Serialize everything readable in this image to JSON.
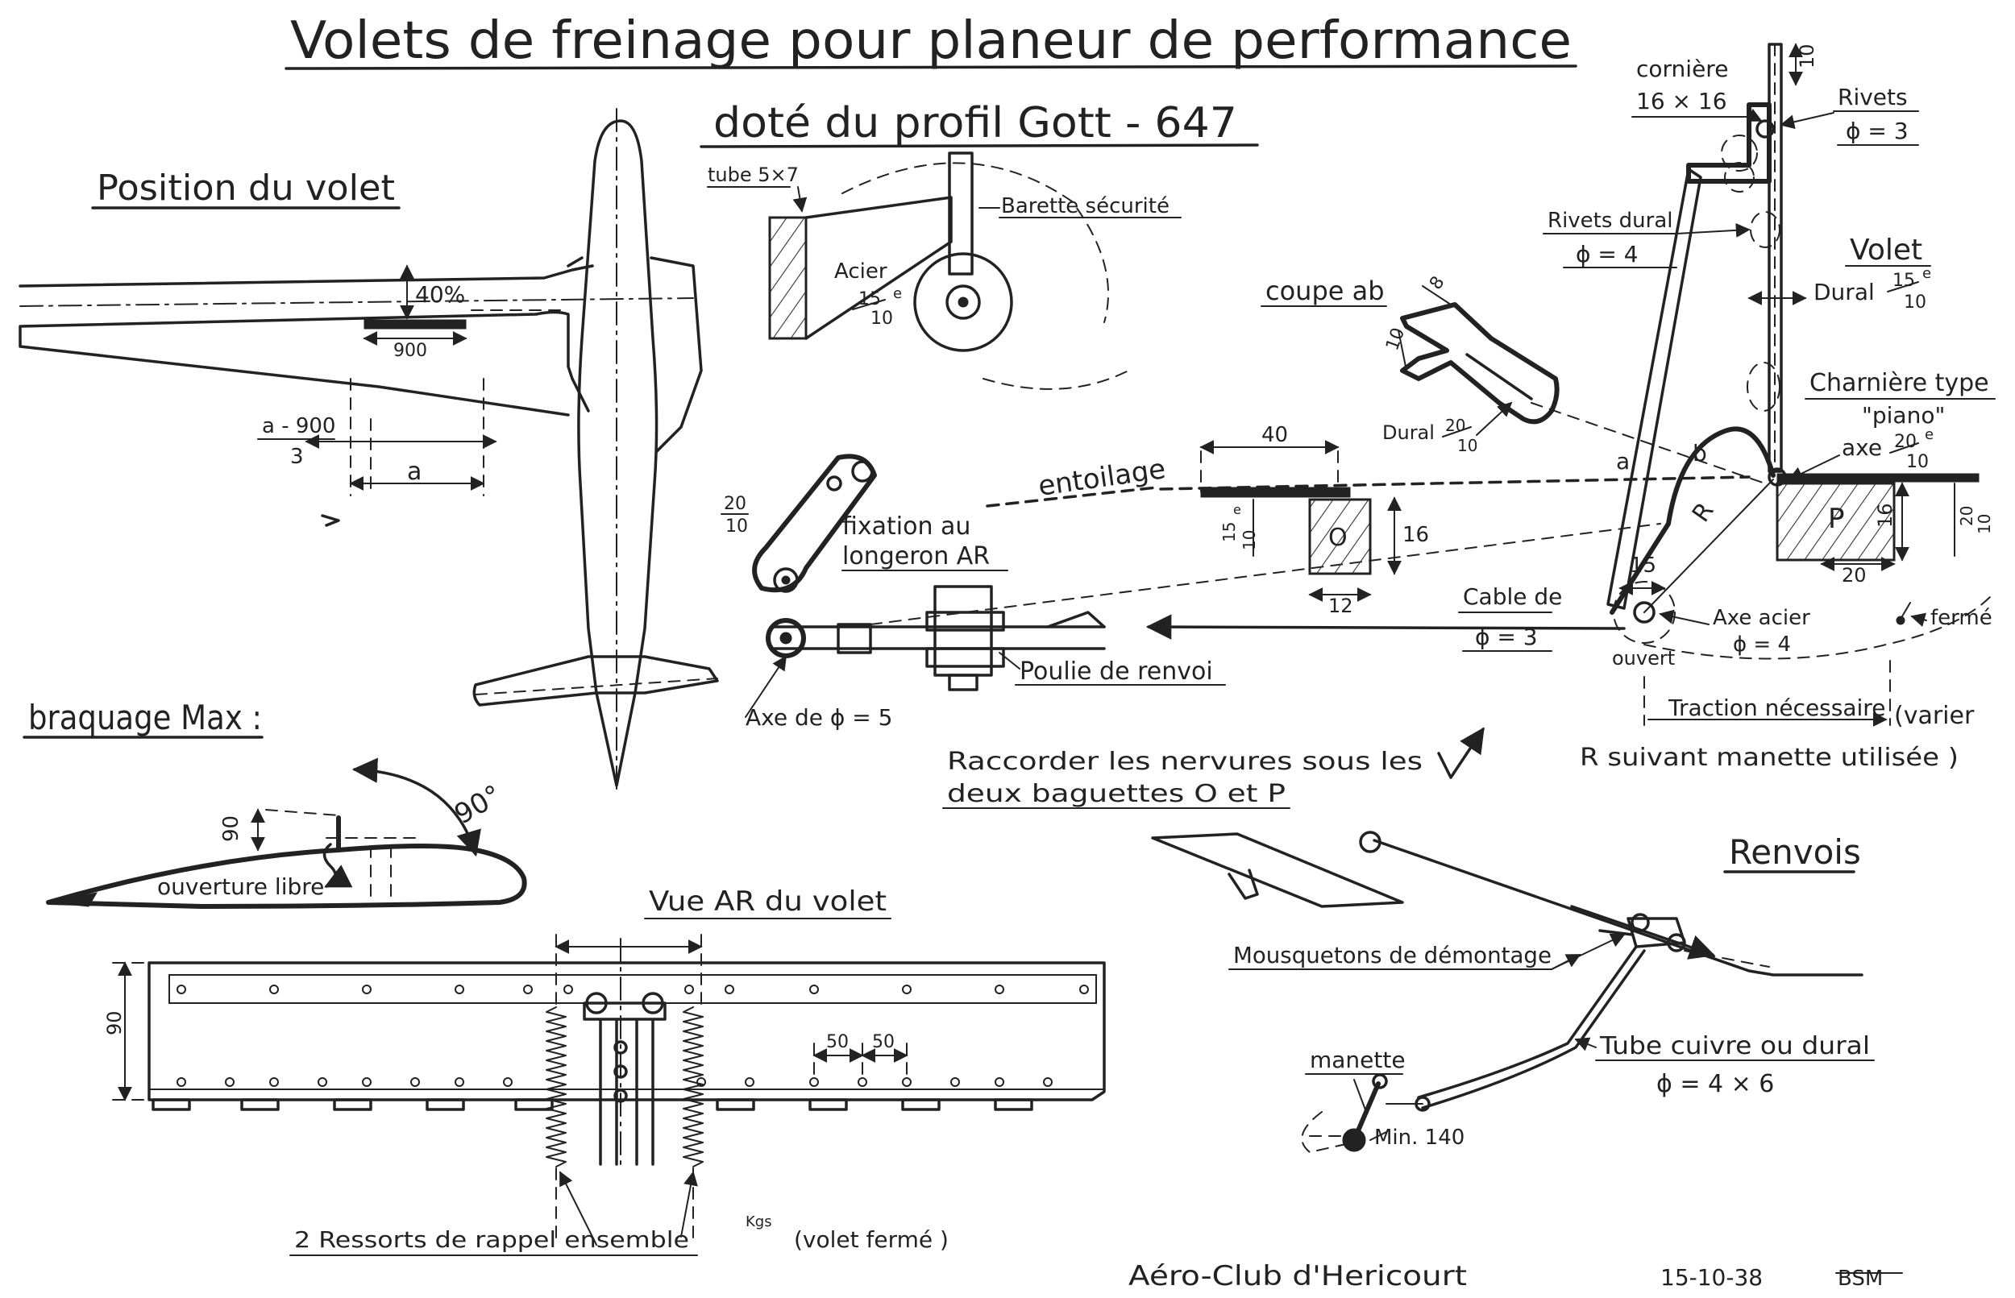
{
  "title": "Volets de freinage pour planeur de performance",
  "subtitle": "doté du profil Gott - 647",
  "position": {
    "heading": "Position du volet",
    "pct": "40%",
    "len": "900",
    "formula_num": "a - 900",
    "formula_den": "3",
    "a": "a"
  },
  "braquage": {
    "heading": "braquage Max :",
    "h90": "90",
    "angle": "90°",
    "ouverture": "ouverture libre"
  },
  "tube": {
    "tube": "tube 5×7",
    "barette": "Barette sécurité",
    "acier": "Acier",
    "acier_num": "15",
    "acier_den": "10",
    "acier_sup": "e"
  },
  "fixation": {
    "thick_num": "20",
    "thick_den": "10",
    "label1": "fixation au",
    "label2": "longeron AR",
    "axe": "Axe de ϕ = 5",
    "poulie": "Poulie de renvoi"
  },
  "coupe": {
    "label": "coupe ab",
    "d8": "8",
    "d10": "10",
    "dural": "Dural",
    "dural_num": "20",
    "dural_den": "10",
    "a": "a",
    "b": "b"
  },
  "entoilage": {
    "label": "entoilage",
    "d40": "40",
    "d16": "16",
    "d12": "12",
    "t_num": "15",
    "t_den": "10",
    "t_sup": "e",
    "O": "O"
  },
  "cable": {
    "label": "Cable de",
    "dia": "ϕ = 3"
  },
  "detail": {
    "corniere": "cornière",
    "corniere_dim": "16 × 16",
    "d10": "10",
    "rivets": "Rivets",
    "rivets_dia": "ϕ = 3",
    "rivets_dural": "Rivets dural",
    "rivets_dural_dia": "ϕ = 4",
    "volet": "Volet",
    "dural": "Dural",
    "dural_num": "15",
    "dural_den": "10",
    "sup": "e",
    "charniere": "Charnière type",
    "piano": "\"piano\"",
    "axe": "axe",
    "axe_num": "20",
    "axe_den": "10",
    "R": "R",
    "P": "P",
    "d15": "15",
    "d16": "16",
    "d20": "20",
    "side_num": "20",
    "side_den": "10",
    "axe_acier": "Axe acier",
    "axe_acier_dia": "ϕ = 4",
    "ouvert": "ouvert",
    "ferme": "fermé"
  },
  "traction": {
    "label": "Traction nécessaire",
    "paren": "(varier",
    "line2": "R suivant manette utilisée )"
  },
  "raccorder": {
    "line1": "Raccorder les nervures sous les",
    "line2": "deux baguettes O et P"
  },
  "renvois": {
    "heading": "Renvois",
    "mousquetons": "Mousquetons de démontage",
    "tube": "Tube cuivre ou dural",
    "tube_dia": "ϕ = 4 × 6",
    "manette": "manette",
    "min": "Min. 140"
  },
  "vue": {
    "heading": "Vue AR du volet",
    "h90": "90",
    "d50a": "50",
    "d50b": "50",
    "ressorts": "2 Ressorts de rappel ensemble",
    "kgs": "Kgs",
    "kgs_note": "(volet fermé )"
  },
  "footer": {
    "club": "Aéro-Club d'Hericourt",
    "date": "15-10-38",
    "initials": "BSM"
  }
}
